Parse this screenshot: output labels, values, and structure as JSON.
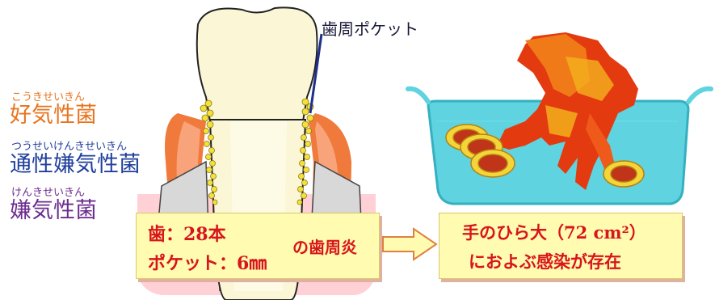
{
  "labels": {
    "pocket": "歯周ポケット",
    "aerobic_ruby": "こうきせいきん",
    "aerobic": "好気性菌",
    "facultative_ruby": "つうせいけんきせいきん",
    "facultative": "通性嫌気性菌",
    "anaerobic_ruby": "けんきせいきん",
    "anaerobic": "嫌気性菌"
  },
  "left_box": {
    "line1": "歯：28本",
    "line2": "ポケット：6㎜"
  },
  "connector_text": "の歯周炎",
  "right_box": {
    "line1": "手のひら大（72 cm²）",
    "line2": "におよぶ感染が存在"
  },
  "colors": {
    "aerobic": "#e8741e",
    "facultative": "#1f3f9c",
    "anaerobic": "#6b2c8f",
    "box_text": "#d8141c",
    "box_fill": "#fffbb0",
    "water": "#5fd3e0",
    "gum": "#f07a3c"
  }
}
